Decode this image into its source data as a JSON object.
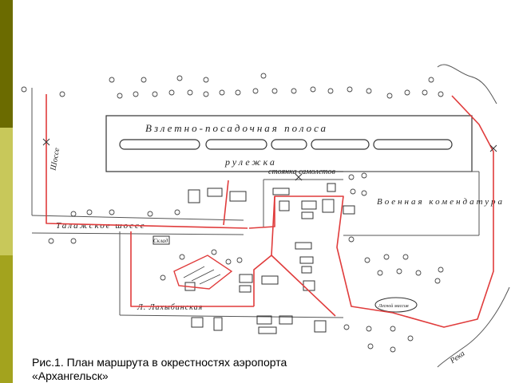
{
  "labels": {
    "runway": "Взлетно-посадочная полоса",
    "taxiway": "рулежка",
    "parking": "стоянка самолетов",
    "commandant": "Военная комендатура",
    "highway_top": "Талажское шоссе",
    "highway_bottom": "Л. Лахыбинская",
    "forest": "Лесной массив",
    "road_left": "Шоссе",
    "river": "Река",
    "building_left": "Склад"
  },
  "caption": {
    "line1": "Рис.1. План маршрута в окрестностях аэропорта",
    "line2": "«Архангельск»"
  },
  "colors": {
    "route": "#e03c3c",
    "ink": "#333333",
    "bar_dark": "#6b6b00",
    "bar_light": "#c8c85a"
  }
}
